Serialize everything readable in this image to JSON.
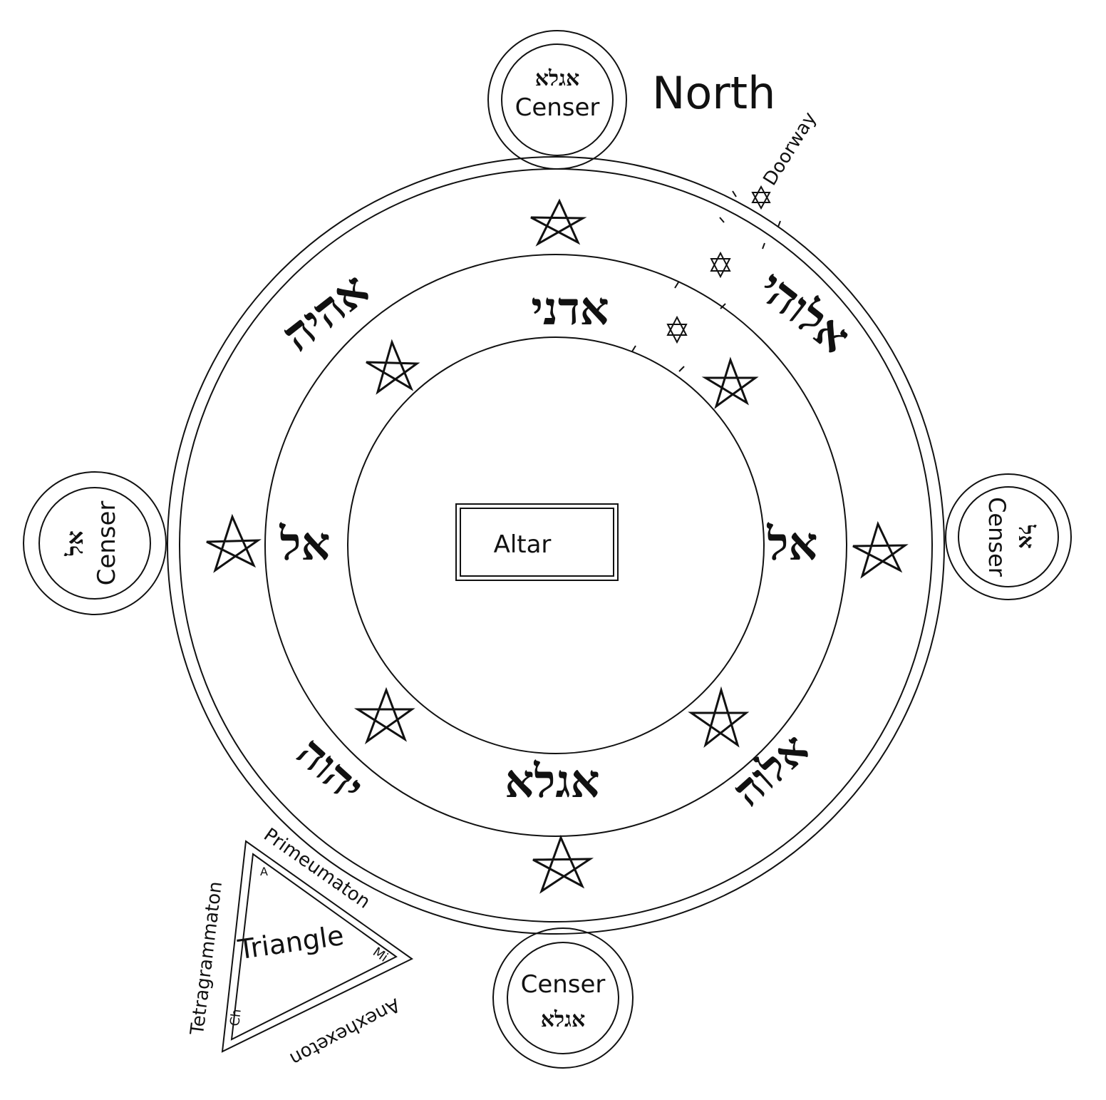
{
  "colors": {
    "ink": "#111111",
    "paper": "#ffffff"
  },
  "labels": {
    "north": "North",
    "doorway": "Doorway",
    "altar": "Altar",
    "triangle": "Triangle"
  },
  "censers": {
    "north": {
      "label": "Censer",
      "hebrew": "אגלא"
    },
    "west": {
      "label": "Censer",
      "hebrew": "אל"
    },
    "east": {
      "label": "Censer",
      "hebrew": "אל"
    },
    "south": {
      "label": "Censer",
      "hebrew": "אגלא"
    }
  },
  "triangle_sides": {
    "left": "Tetragrammaton",
    "top": "Primeumaton",
    "right": "Anexhexeton"
  },
  "triangle_corner_marks": [
    "Mi",
    "Ch",
    "A"
  ],
  "outer_ring_names": {
    "north_west": "אהיה",
    "north_east": "אלוהי",
    "west": "אל",
    "east": "אל",
    "south_west": "יהוה",
    "south_east": "אלוה"
  },
  "inner_ring_names": {
    "north": "אדני",
    "south": "אגלא"
  },
  "symbols": {
    "pentagram": "pentagram-icon",
    "hexagram": "hexagram-icon"
  }
}
